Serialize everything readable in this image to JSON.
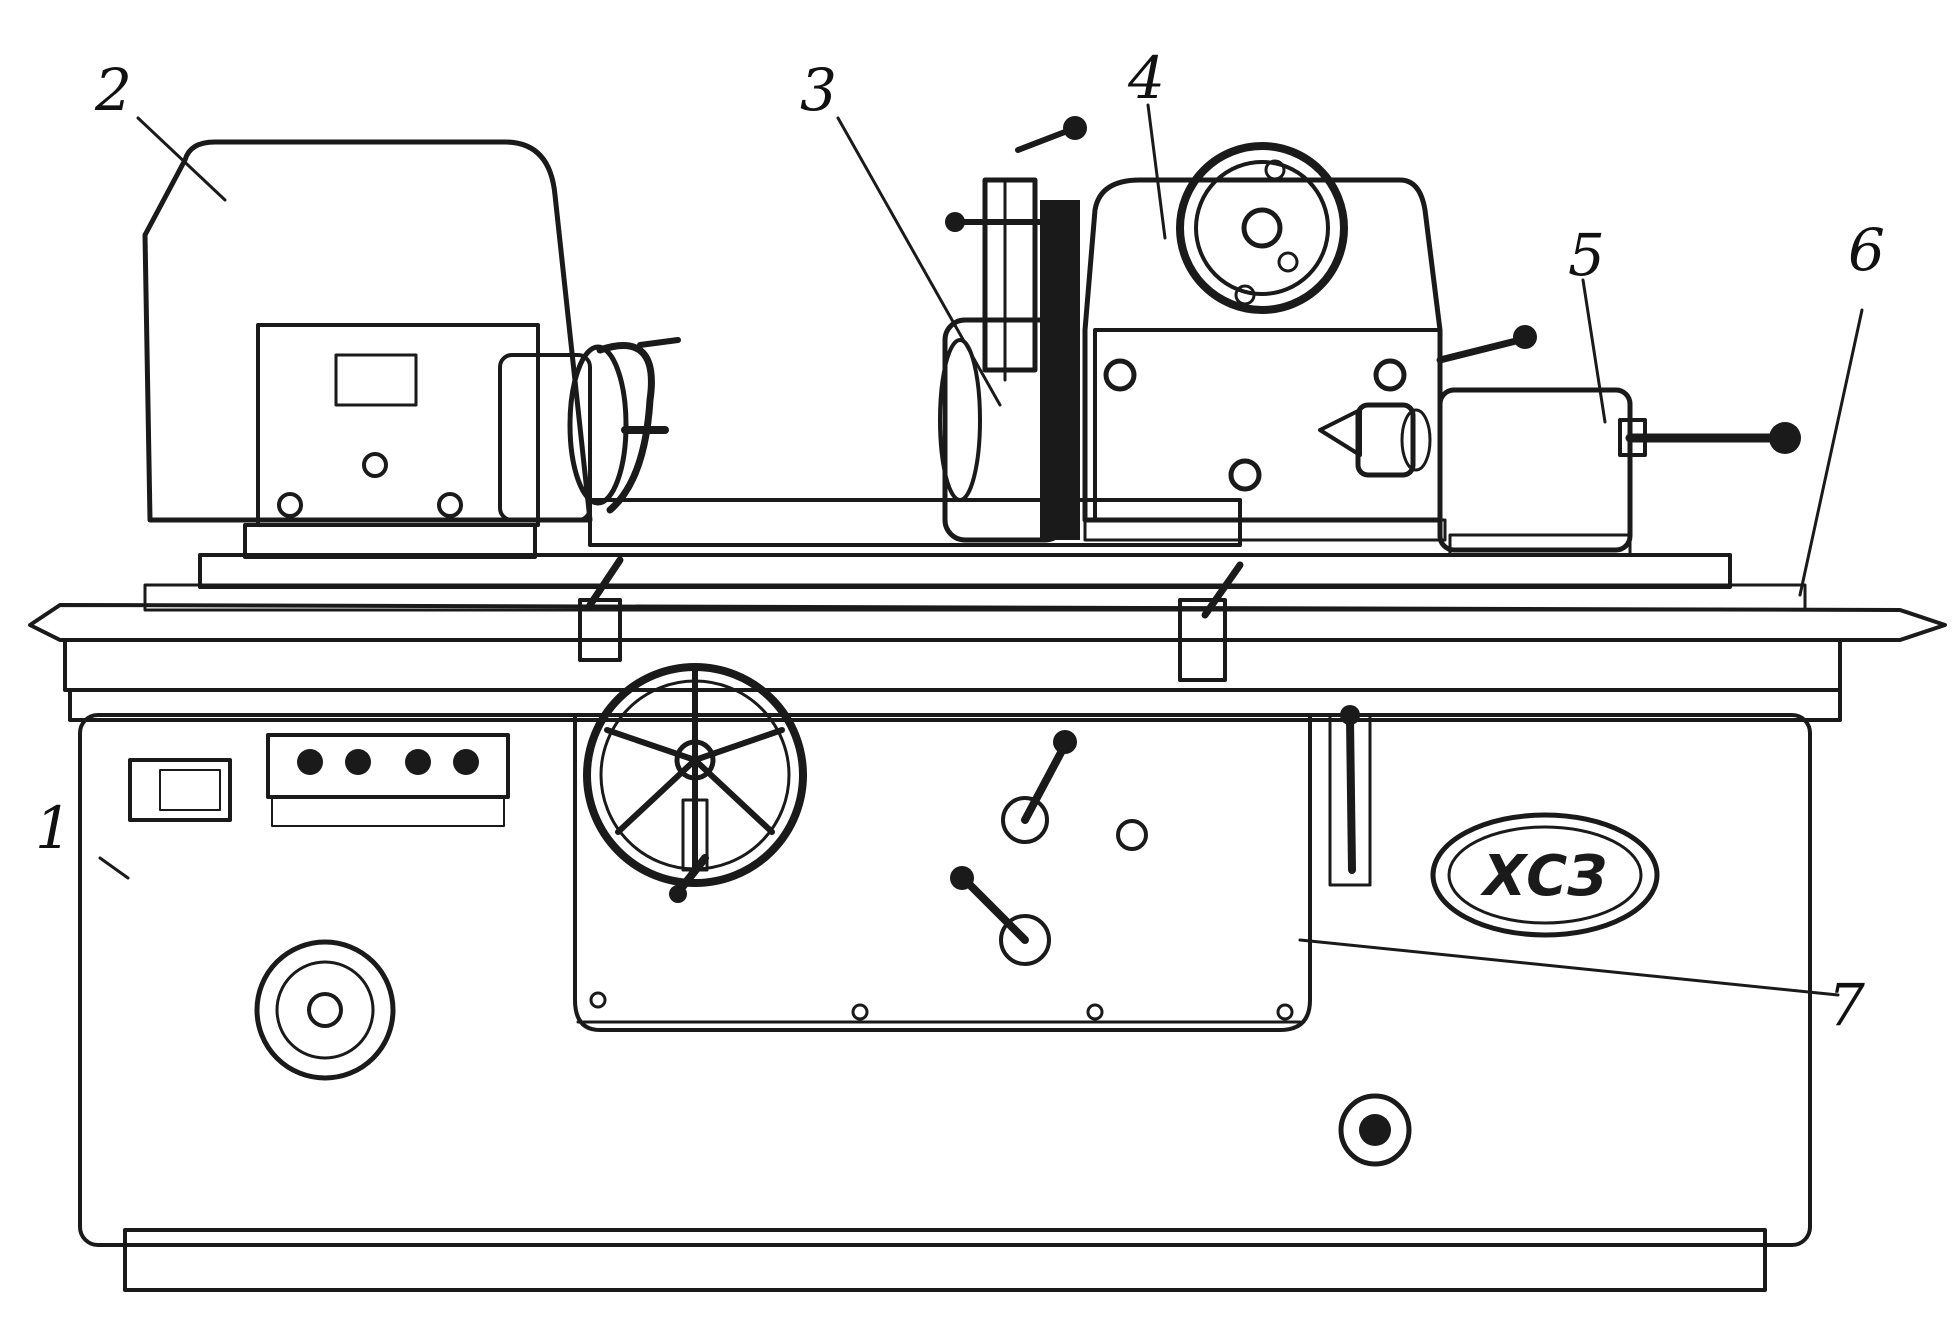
{
  "figure": {
    "callouts": [
      {
        "id": "1",
        "text": "1"
      },
      {
        "id": "2",
        "text": "2"
      },
      {
        "id": "3",
        "text": "3"
      },
      {
        "id": "4",
        "text": "4"
      },
      {
        "id": "5",
        "text": "5"
      },
      {
        "id": "6",
        "text": "6"
      },
      {
        "id": "7",
        "text": "7"
      }
    ],
    "nameplate": "ХСЗ"
  },
  "colors": {
    "ink": "#1a1a1a",
    "paper": "#ffffff"
  }
}
